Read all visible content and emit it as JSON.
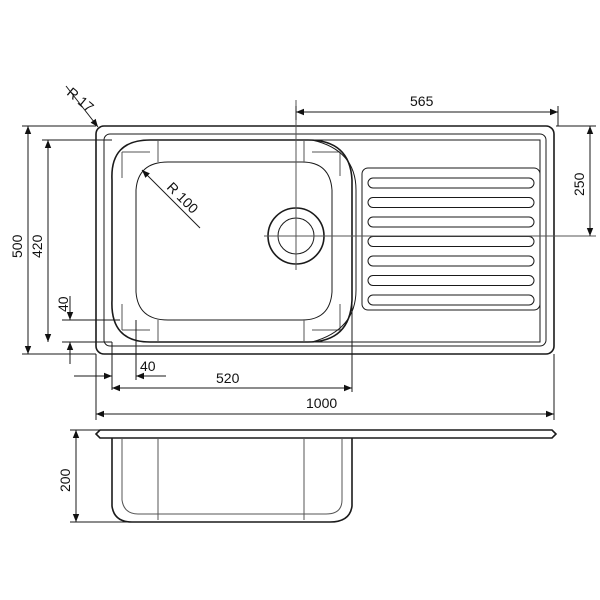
{
  "dimensions": {
    "overall_width": "1000",
    "overall_depth": "500",
    "bowl_depth_inner": "420",
    "bowl_width": "520",
    "edge_offset_x": "40",
    "edge_offset_y": "40",
    "drainer_length": "565",
    "drain_height": "250",
    "bowl_height": "200",
    "corner_radius_outer": "R 17",
    "corner_radius_bowl": "R 100"
  },
  "drainer": {
    "groove_count": 7
  }
}
